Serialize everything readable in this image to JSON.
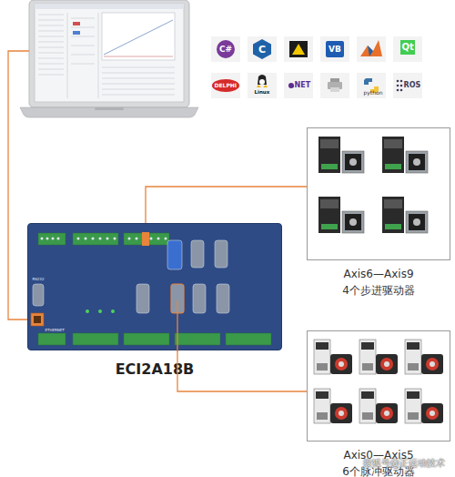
{
  "diagram": {
    "nodes": [
      {
        "text": [
          "ECI2A18B"
        ]
      },
      {
        "text": [
          "Axis6—Axis9",
          "4个步进驱动器"
        ]
      },
      {
        "text": [
          "Axis0—Axis5",
          "6个脉冲驱动器"
        ]
      }
    ],
    "edges": [
      {
        "from": 0,
        "to": 1,
        "arrow": "none"
      },
      {
        "from": 0,
        "to": 2,
        "arrow": "none"
      }
    ],
    "labels": [
      "C#",
      "C",
      "VB",
      "Qt",
      "DELPHI",
      "Linux",
      ".NET",
      "python",
      "ROS",
      "RS232",
      "ETHERNET",
      "搜狐号@正运动技术"
    ]
  }
}
